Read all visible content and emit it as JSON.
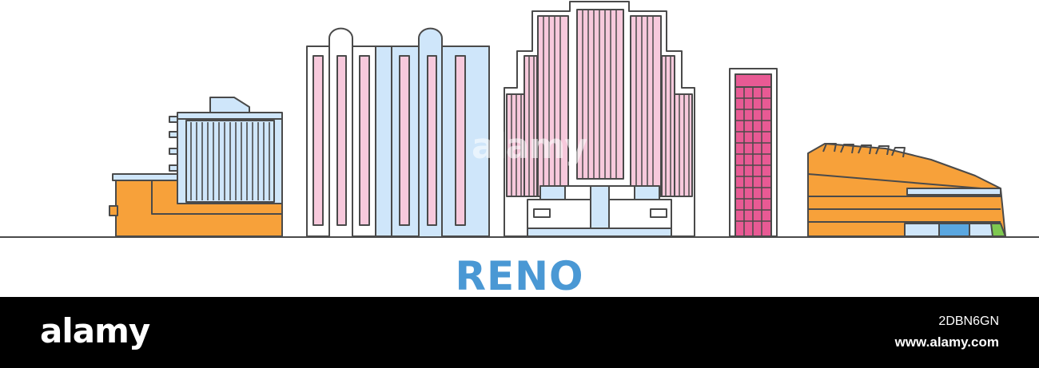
{
  "illustration": {
    "city_name": "RENO",
    "watermark_text": "alamy"
  },
  "footer": {
    "logo_text": "alamy",
    "image_id": "2DBN6GN",
    "site_url": "www.alamy.com"
  },
  "colors": {
    "outline": "#4a4a4a",
    "orange": "#f7a13a",
    "light_blue": "#cfe6fa",
    "blue": "#5aa7e0",
    "pink": "#f7c9dc",
    "magenta": "#e85a94",
    "green": "#7ec850",
    "title_blue": "#4a98d4"
  }
}
